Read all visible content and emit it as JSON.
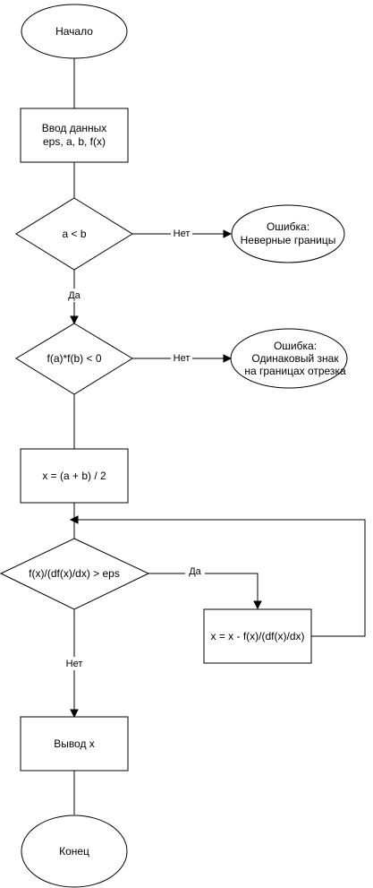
{
  "nodes": {
    "start": [
      "Начало"
    ],
    "input": [
      "Ввод данных",
      "eps, a, b, f(x)"
    ],
    "check_bounds": [
      "a < b"
    ],
    "error_bounds": [
      "Ошибка:",
      "Неверные границы"
    ],
    "check_sign": [
      "f(a)*f(b) < 0"
    ],
    "error_sign": [
      "Ошибка:",
      "Одинаковый знак",
      "на границах отрезка"
    ],
    "init_x": [
      "x = (a + b) / 2"
    ],
    "loop_condition": [
      "f(x)/(df(x)/dx) > eps"
    ],
    "update_x": [
      "x = x - f(x)/(df(x)/dx)"
    ],
    "output": [
      "Вывод x"
    ],
    "end": [
      "Конец"
    ]
  },
  "edge_labels": {
    "bounds_no": "Нет",
    "bounds_yes": "Да",
    "sign_no": "Нет",
    "loop_yes": "Да",
    "loop_no": "Нет"
  }
}
